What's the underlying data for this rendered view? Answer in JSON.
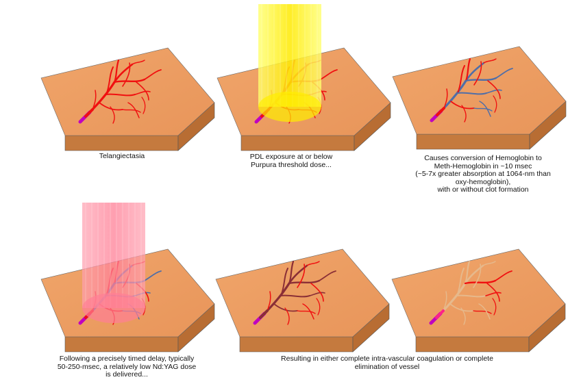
{
  "panels": [
    {
      "id": "telangiectasia",
      "state": "red-vessel",
      "beam": null,
      "caption": [
        "Telangiectasia"
      ]
    },
    {
      "id": "pdl-exposure",
      "state": "red-vessel",
      "beam": "yellow",
      "caption": [
        "PDL exposure at or below",
        "Purpura threshold dose..."
      ]
    },
    {
      "id": "methemoglobin",
      "state": "blue-vessel",
      "beam": null,
      "caption": [
        "Causes conversion of Hemoglobin to",
        "Meth-Hemoglobin in ~10 msec",
        "(~5-7x greater absorption at 1064-nm than",
        "oxy-hemoglobin),",
        "with or without clot formation"
      ]
    },
    {
      "id": "ndyag-delivery",
      "state": "blue-vessel",
      "beam": "pink",
      "caption": [
        "Following a precisely timed delay, typically",
        "50-250-msec, a relatively low Nd:YAG dose",
        "is delivered..."
      ]
    },
    {
      "id": "coagulation",
      "state": "coagulated-vessel",
      "beam": null
    },
    {
      "id": "elimination",
      "state": "faded-vessel",
      "beam": null
    }
  ],
  "shared_caption": [
    "Resulting in either complete intra-vascular coagulation or complete",
    "elimination of vessel"
  ],
  "colors": {
    "skin_top": "#ec9f62",
    "skin_side": "#c57a3e",
    "vessel_red": "#f01010",
    "vessel_blue": "#4f6ea8",
    "vessel_coagulated": "#8a2e36",
    "vessel_faded": "#e6b98c",
    "vessel_stem": "#c000c0",
    "beam_yellow": "#ffee00",
    "beam_pink": "#ff7f96"
  }
}
